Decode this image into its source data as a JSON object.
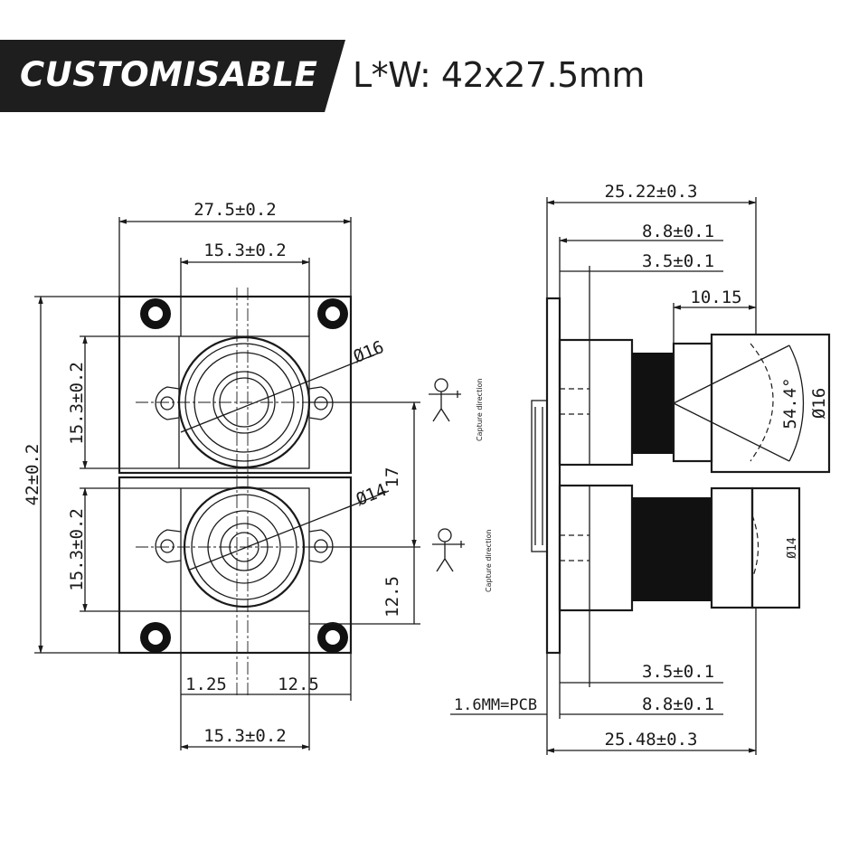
{
  "header": {
    "banner_label": "CUSTOMISABLE",
    "size_label": "L*W: 42x27.5mm"
  },
  "front_view": {
    "width_top": "27.5±0.2",
    "lens_width_top": "15.3±0.2",
    "height_total": "42±0.2",
    "upper_module_height": "15.3±0.2",
    "lower_module_height": "15.3±0.2",
    "upper_lens_diameter": "Ø16",
    "lower_lens_diameter": "Ø14",
    "spacing_17": "17",
    "spacing_12_5_right": "12.5",
    "offset_1_25": "1.25",
    "offset_12_5_bottom": "12.5",
    "lens_width_bottom": "15.3±0.2",
    "capture_direction_upper": "Capture direction",
    "capture_direction_lower": "Capture direction"
  },
  "side_view": {
    "length_top": "25.22±0.3",
    "upper_8_8": "8.8±0.1",
    "upper_3_5": "3.5±0.1",
    "lens_10_15": "10.15",
    "fov_angle": "54.4°",
    "upper_diameter": "Ø16",
    "lower_diameter": "Ø14",
    "lower_3_5": "3.5±0.1",
    "pcb_label": "1.6MM=PCB",
    "lower_8_8": "8.8±0.1",
    "length_bottom": "25.48±0.3"
  },
  "colors": {
    "banner_bg": "#1e1e1e",
    "banner_text": "#ffffff",
    "line": "#1a1a1a"
  }
}
